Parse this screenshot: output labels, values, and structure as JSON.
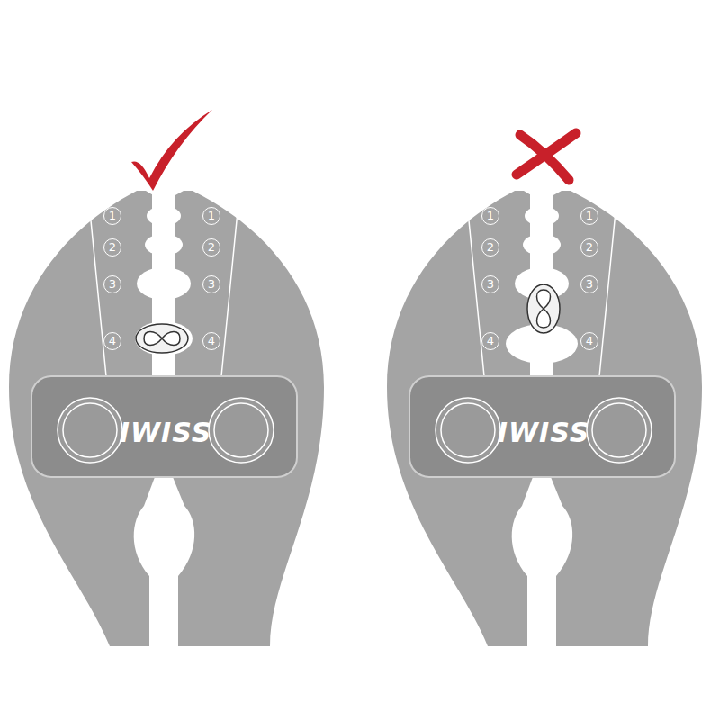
{
  "diagram": {
    "labels": [
      "1",
      "1",
      "2",
      "2",
      "3",
      "3",
      "4",
      "4",
      "IWISS",
      "1",
      "1",
      "2",
      "2",
      "3",
      "3",
      "4",
      "4",
      "IWISS"
    ]
  }
}
